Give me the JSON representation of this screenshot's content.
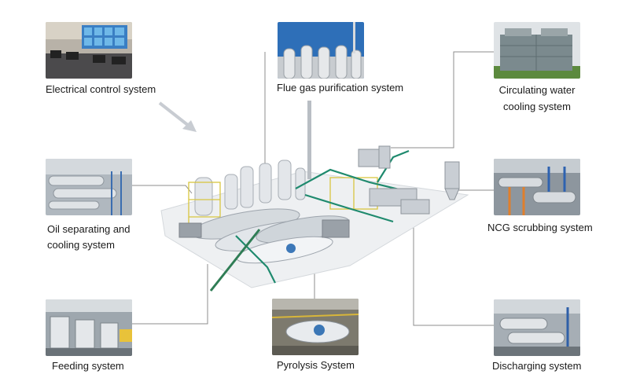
{
  "diagram": {
    "labels": {
      "electrical": "Electrical control system",
      "flue_gas": "Flue gas purification system",
      "circulating_line1": "Circulating water",
      "circulating_line2": "cooling system",
      "oil_line1": "Oil separating and",
      "oil_line2": "cooling system",
      "ncg": "NCG scrubbing system",
      "feeding": "Feeding system",
      "pyrolysis": "Pyrolysis System",
      "discharging": "Discharging system"
    },
    "colors": {
      "leader_line": "#8c8c8c",
      "arrow": "#c8ccd2",
      "pipe_green": "#1f8a6e",
      "steel": "#c9ced4",
      "frame_yellow": "#d8c640",
      "sky": "#2e6fb8"
    }
  }
}
